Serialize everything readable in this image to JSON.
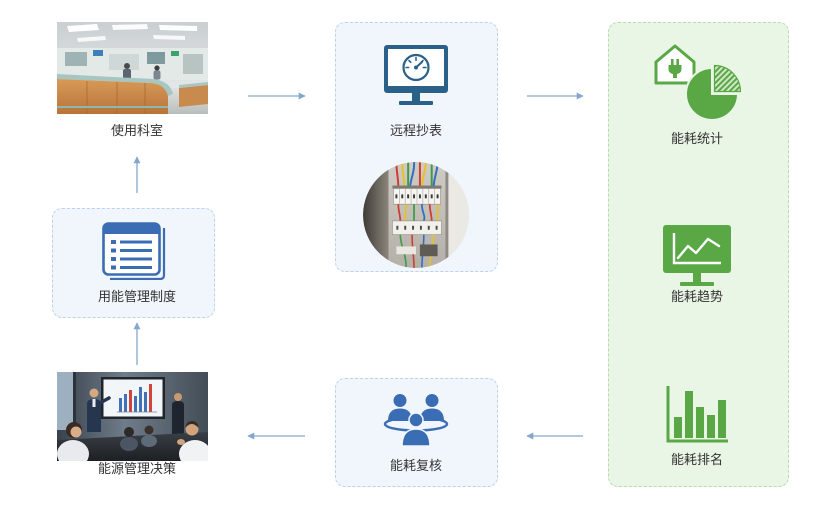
{
  "colors": {
    "icon_blue": "#3b6db4",
    "icon_teal": "#2b6189",
    "icon_green": "#59a845",
    "panel_blue_bg": "#f0f6fc",
    "panel_blue_border": "#bcd2ea",
    "panel_green_bg": "#e9f5e5",
    "panel_green_border": "#b9dbad",
    "arrow": "#86a7cc",
    "label_text": "#333333"
  },
  "flow": {
    "department": {
      "label": "使用科室",
      "icon": "hospital-reception-photo"
    },
    "remote_reading": {
      "label": "远程抄表",
      "icon": "gauge-monitor-icon",
      "image": "electrical-cabinet-photo"
    },
    "analysis": {
      "statistics": {
        "label": "能耗统计",
        "icon": "house-plug-pie-chart-icon"
      },
      "trend": {
        "label": "能耗趋势",
        "icon": "line-chart-monitor-icon"
      },
      "ranking": {
        "label": "能耗排名",
        "icon": "bar-chart-icon"
      }
    },
    "review": {
      "label": "能耗复核",
      "icon": "people-group-icon"
    },
    "decision": {
      "label": "能源管理决策",
      "icon": "meeting-room-photo"
    },
    "policy": {
      "label": "用能管理制度",
      "icon": "document-list-icon"
    }
  }
}
